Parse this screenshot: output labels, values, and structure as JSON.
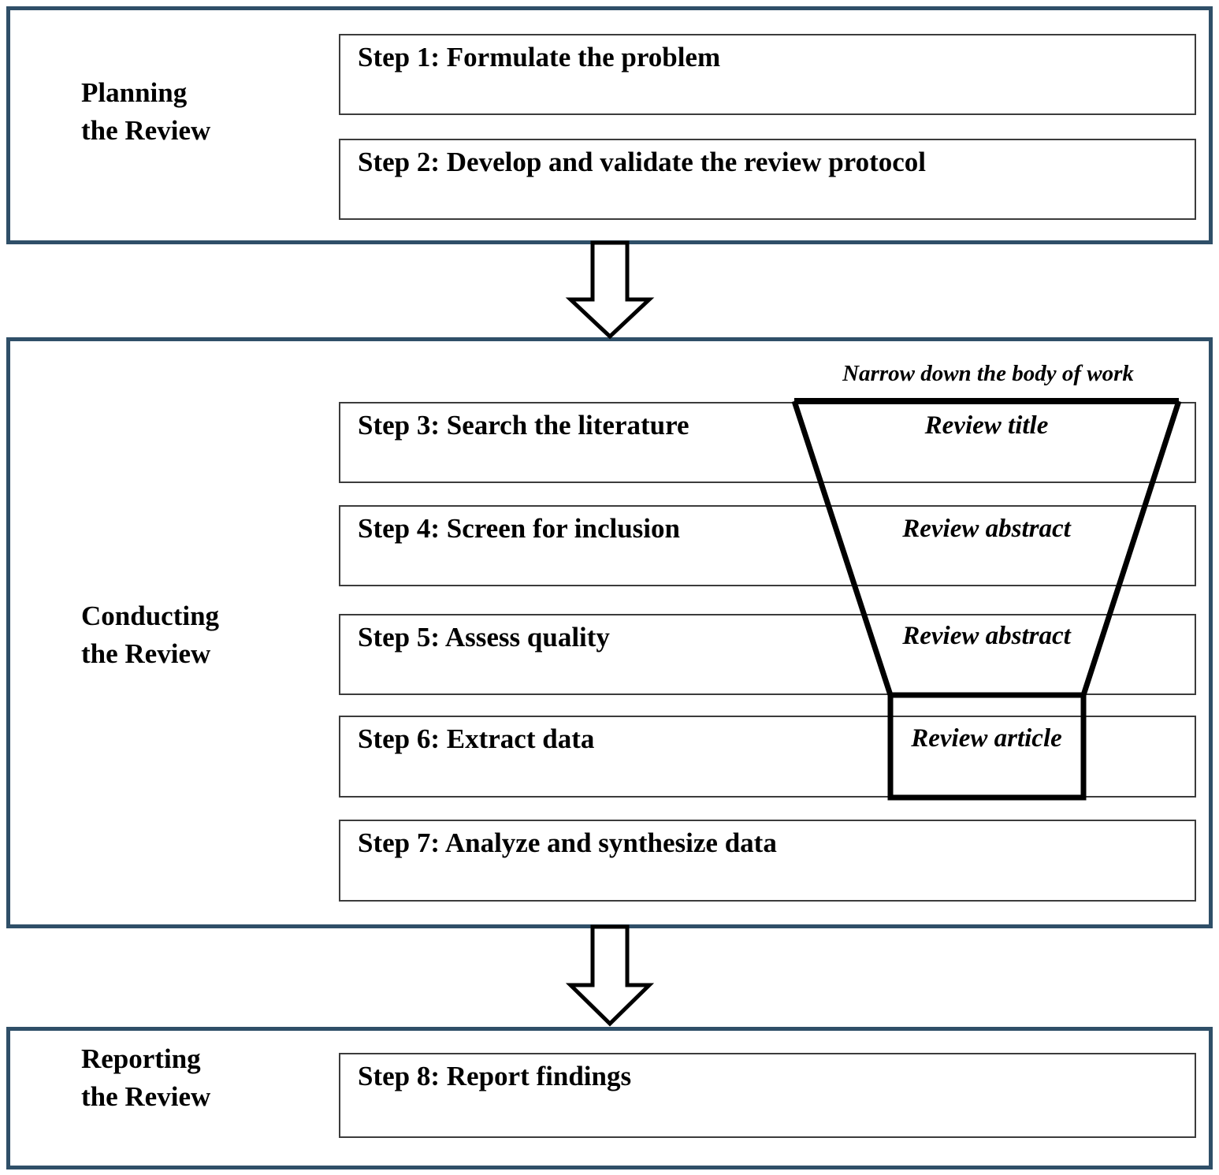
{
  "colors": {
    "section_border": "#2f4f68",
    "step_box_border": "#3c3c3c",
    "funnel_line": "#000000",
    "arrow_outline": "#000000",
    "background": "#ffffff",
    "text": "#000000"
  },
  "planning": {
    "label_line1": "Planning",
    "label_line2": "the Review",
    "step1": "Step 1: Formulate the problem",
    "step2": "Step 2: Develop and validate the review protocol"
  },
  "conducting": {
    "label_line1": "Conducting",
    "label_line2": "the Review",
    "funnel_caption": "Narrow down the body of work",
    "step3": "Step 3: Search the literature",
    "step4": "Step 4: Screen for inclusion",
    "step5": "Step 5: Assess quality",
    "step6": "Step 6: Extract data",
    "step7": "Step 7: Analyze and synthesize data",
    "funnel_label_step3": "Review title",
    "funnel_label_step4": "Review abstract",
    "funnel_label_step5": "Review abstract",
    "funnel_label_step6": "Review article"
  },
  "reporting": {
    "label_line1": "Reporting",
    "label_line2": "the Review",
    "step8": "Step 8: Report findings"
  }
}
